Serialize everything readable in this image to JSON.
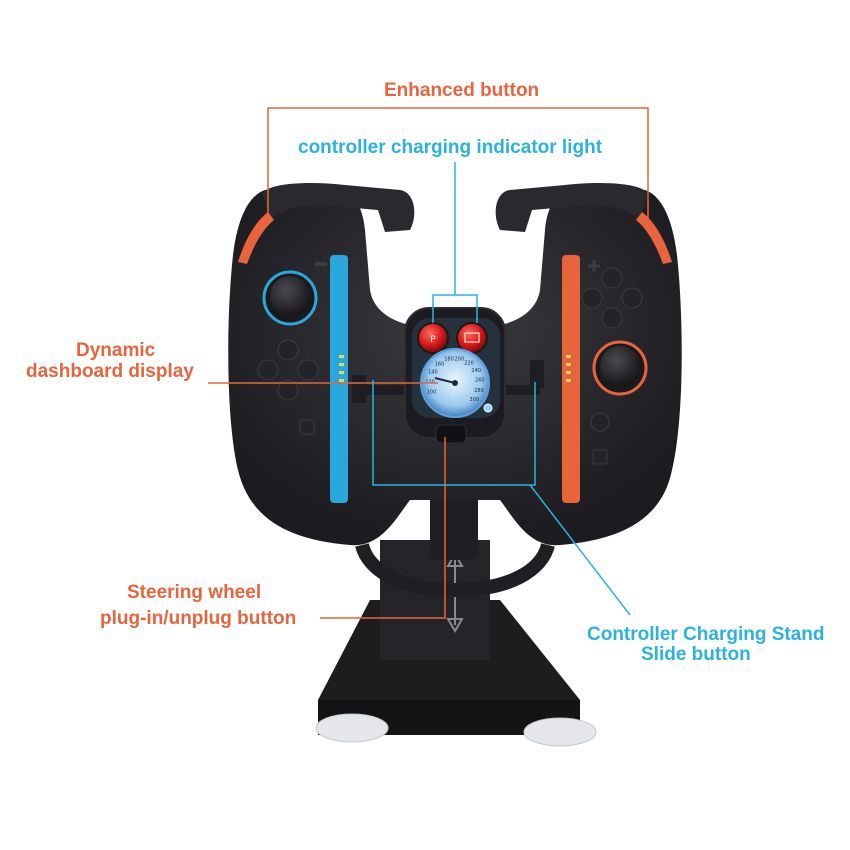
{
  "labels": {
    "enhanced": "Enhanced  button",
    "charging_light": "controller charging indicator light",
    "dashboard_line1": "Dynamic",
    "dashboard_line2": "dashboard display",
    "steering_line1": "Steering wheel",
    "steering_line2": "plug-in/unplug  button",
    "stand_line1": "Controller Charging Stand",
    "stand_line2": "Slide  button"
  },
  "gauge_ticks": [
    "100",
    "120",
    "140",
    "160",
    "180",
    "200",
    "220",
    "240",
    "260",
    "280",
    "300"
  ],
  "colors": {
    "orange": "#e8643c",
    "blue": "#2bb3e0",
    "body": "#2a2a2e",
    "red_light": "#e0201e"
  }
}
